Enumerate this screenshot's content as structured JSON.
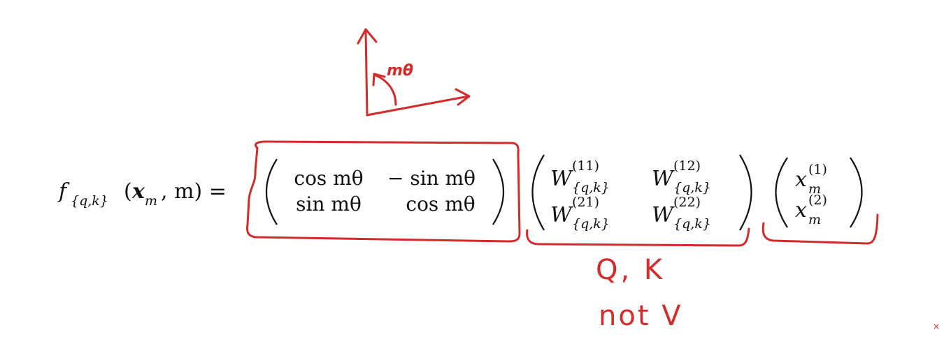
{
  "colors": {
    "ink": "#111111",
    "annotation": "#d42a2a",
    "background": "#ffffff"
  },
  "equation": {
    "lhs_f": "f",
    "lhs_sub": "{q,k}",
    "lhs_open": "(",
    "lhs_x": "x",
    "lhs_x_sub": "m",
    "lhs_rest": ", m) =",
    "rotation": {
      "r1c1": "cos mθ",
      "r1c2": "− sin mθ",
      "r2c1": "sin mθ",
      "r2c2": "cos mθ"
    },
    "weights": {
      "w11": {
        "base": "W",
        "sup": "(11)",
        "sub": "{q,k}"
      },
      "w12": {
        "base": "W",
        "sup": "(12)",
        "sub": "{q,k}"
      },
      "w21": {
        "base": "W",
        "sup": "(21)",
        "sub": "{q,k}"
      },
      "w22": {
        "base": "W",
        "sup": "(22)",
        "sub": "{q,k}"
      }
    },
    "vector": {
      "x1": {
        "base": "x",
        "sup": "(1)",
        "sub": "m"
      },
      "x2": {
        "base": "x",
        "sup": "(2)",
        "sub": "m"
      }
    }
  },
  "annotations": {
    "angle_label": "mθ",
    "qk_label": "Q, K",
    "not_v_label": "not V",
    "corner_mark": "×"
  }
}
